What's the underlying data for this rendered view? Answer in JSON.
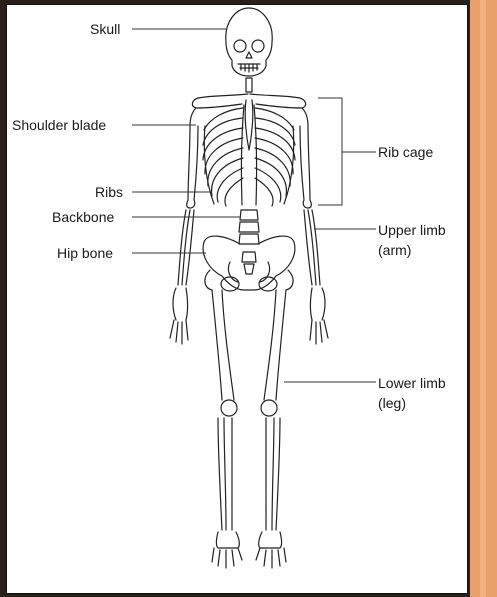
{
  "labels": {
    "skull": "Skull",
    "shoulder_blade": "Shoulder blade",
    "ribs": "Ribs",
    "backbone": "Backbone",
    "hip_bone": "Hip bone",
    "rib_cage": "Rib cage",
    "upper_limb_1": "Upper limb",
    "upper_limb_2": "(arm)",
    "lower_limb_1": "Lower limb",
    "lower_limb_2": "(leg)"
  },
  "colors": {
    "frame_dark": "#2b2019",
    "frame_orange": "#e9a06c",
    "panel": "#ffffff",
    "ink": "#1a1a1a"
  }
}
